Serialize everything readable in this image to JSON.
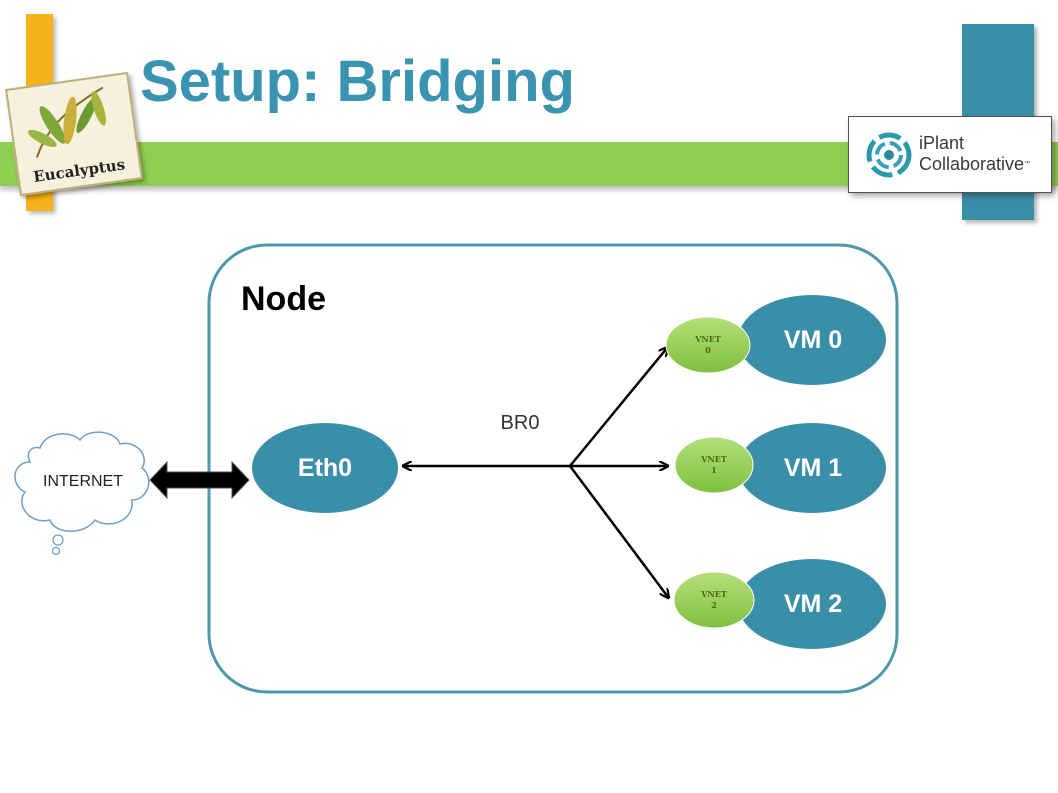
{
  "slide": {
    "title": "Setup: Bridging",
    "logos": {
      "eucalyptus": "Eucalyptus",
      "iplant_line1": "iPlant",
      "iplant_line2": "Collaborative"
    }
  },
  "diagram": {
    "node_label": "Node",
    "internet_label": "INTERNET",
    "eth_label": "Eth0",
    "bridge_label": "BR0",
    "vms": [
      {
        "name": "VM 0",
        "vnet_line1": "VNET",
        "vnet_line2": "0"
      },
      {
        "name": "VM 1",
        "vnet_line1": "VNET",
        "vnet_line2": "1"
      },
      {
        "name": "VM 2",
        "vnet_line1": "VNET",
        "vnet_line2": "2"
      }
    ]
  },
  "colors": {
    "title": "#3a93b0",
    "teal": "#3a8fa8",
    "green_bar": "#8fcf4f",
    "yellow_bar": "#f5b219",
    "vnet": "#8fcf4f"
  }
}
